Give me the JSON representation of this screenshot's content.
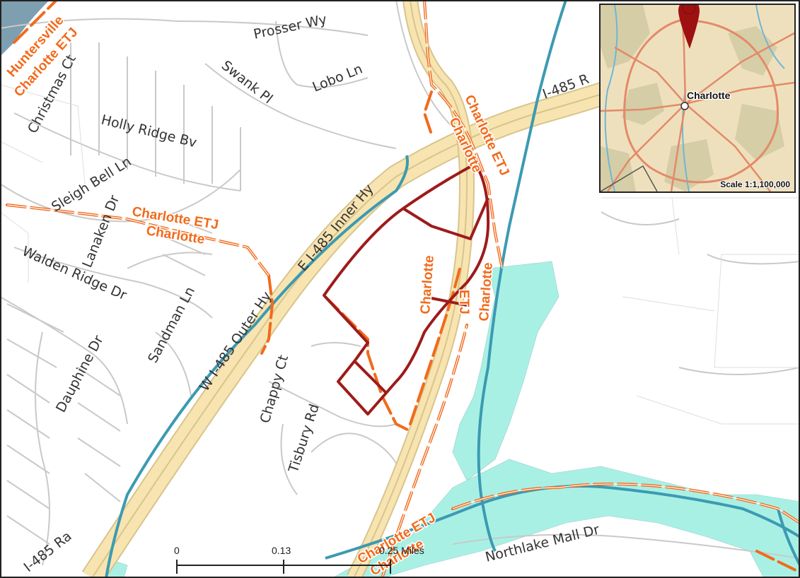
{
  "streets": {
    "prosser": "Prosser Wy",
    "swank": "Swank Pl",
    "lobo": "Lobo Ln",
    "christmas": "Christmas Ct",
    "holly_ridge": "Holly Ridge Bv",
    "sleigh_bell": "Sleigh Bell Ln",
    "lanaken": "Lanaken Dr",
    "walden_ridge": "Walden Ridge Dr",
    "dauphine": "Dauphine Dr",
    "sandman": "Sandman Ln",
    "outer_hy": "W I-485 Outer Hy",
    "inner_hy": "E I-485 Inner Hy",
    "i485_ra": "I-485 Ra",
    "i485_top": "I-485 R",
    "chappy": "Chappy Ct",
    "tisbury": "Tisbury Rd",
    "northlake": "Northlake Mall Dr"
  },
  "jurisdictions": {
    "huntersville": "Huntersville",
    "charlotte_etj": "Charlotte ETJ",
    "charlotte": "Charlotte",
    "etj": "ETJ"
  },
  "scalebar": {
    "tick_0": "0",
    "tick_mid": "0.13",
    "tick_end": "0.25 Miles"
  },
  "inset": {
    "city_label": "Charlotte",
    "scale_text": "Scale 1:1,100,000",
    "marker_icon": "map-pin-icon"
  },
  "colors": {
    "boundary": "#9e1b1b",
    "jurisdiction": "#f26a1b",
    "water": "#3c9ab2",
    "floodplain": "#a9f0e4",
    "highway": "#f5d99a"
  }
}
